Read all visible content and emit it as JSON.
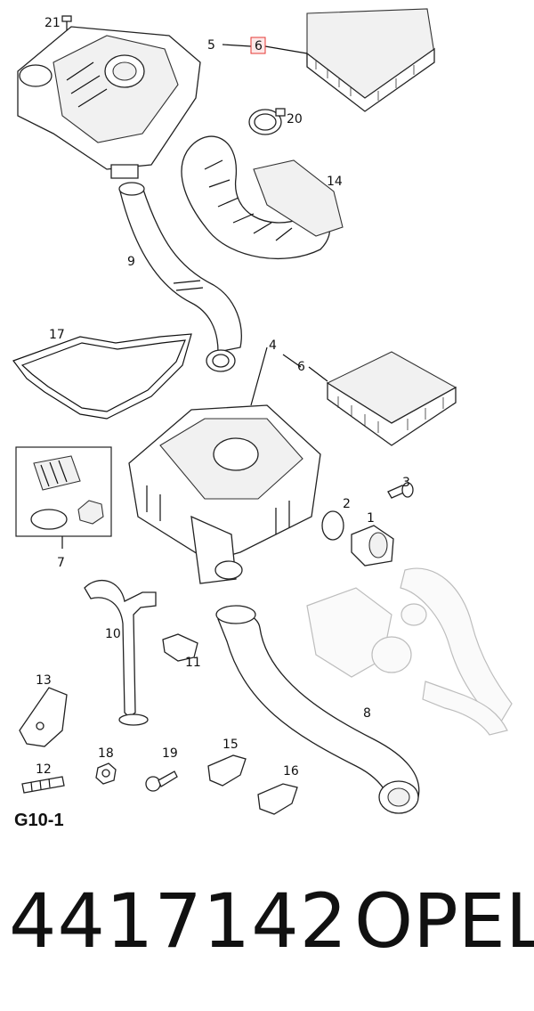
{
  "callouts": {
    "c21": "21",
    "c5": "5",
    "c6a": "6",
    "c20": "20",
    "c14": "14",
    "c9": "9",
    "c17": "17",
    "c4": "4",
    "c6b": "6",
    "c3": "3",
    "c2": "2",
    "c1": "1",
    "c7": "7",
    "c10": "10",
    "c11": "11",
    "c13": "13",
    "c8": "8",
    "c18": "18",
    "c19": "19",
    "c15": "15",
    "c16": "16",
    "c12": "12"
  },
  "highlight": {
    "callout": "6",
    "color": "#e53935"
  },
  "diagram_code": "G10-1",
  "part_number": "4417142",
  "brand": "OPEL"
}
